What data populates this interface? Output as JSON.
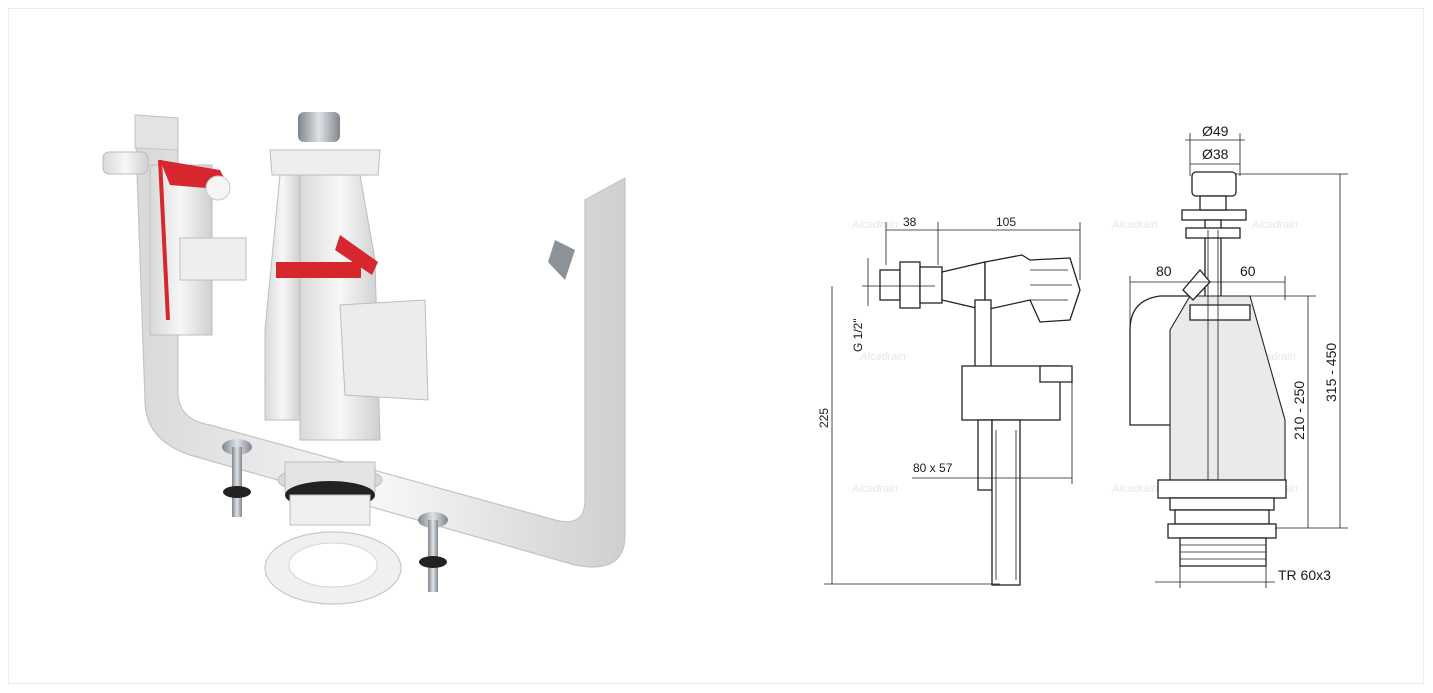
{
  "colors": {
    "accent_red": "#d6262e",
    "plastic": "#f1f1f1",
    "metal": "#9aa0a6",
    "line": "#1e1e1e"
  },
  "drawing": {
    "fill_valve": {
      "dim_38": "38",
      "dim_105": "105",
      "dim_thread": "G 1/2\"",
      "dim_225": "225",
      "dim_float": "80 x 57"
    },
    "flush_valve": {
      "dim_d49": "Ø49",
      "dim_d38": "Ø38",
      "dim_80": "80",
      "dim_60": "60",
      "dim_210_250": "210 - 250",
      "dim_315_450": "315 - 450",
      "dim_tr": "TR 60x3"
    }
  }
}
